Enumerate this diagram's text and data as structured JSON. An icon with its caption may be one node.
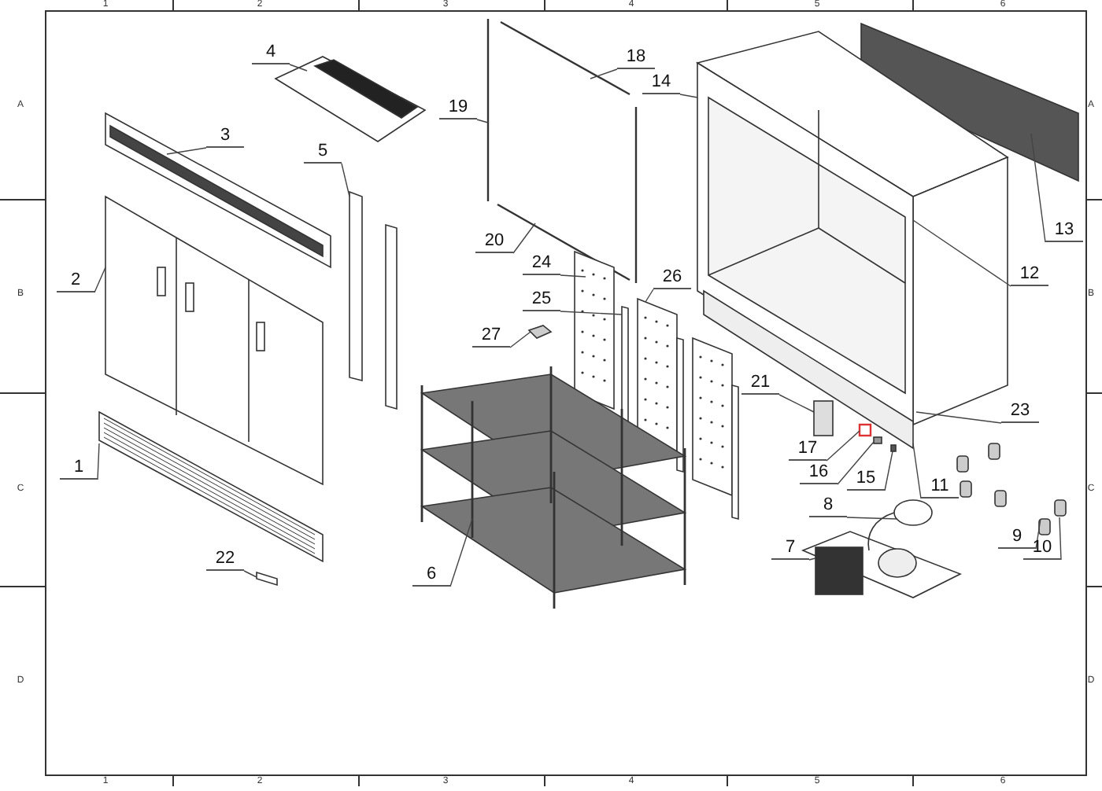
{
  "diagram": {
    "nodes": [
      {
        "text": [
          "1"
        ]
      },
      {
        "text": [
          "2"
        ]
      },
      {
        "text": [
          "3"
        ]
      },
      {
        "text": [
          "4"
        ]
      },
      {
        "text": [
          "5"
        ]
      },
      {
        "text": [
          "6"
        ]
      },
      {
        "text": [
          "7"
        ]
      },
      {
        "text": [
          "8"
        ]
      },
      {
        "text": [
          "9"
        ]
      },
      {
        "text": [
          "10"
        ]
      },
      {
        "text": [
          "11"
        ]
      },
      {
        "text": [
          "12"
        ]
      },
      {
        "text": [
          "13"
        ]
      },
      {
        "text": [
          "14"
        ]
      },
      {
        "text": [
          "15"
        ]
      },
      {
        "text": [
          "16"
        ]
      },
      {
        "text": [
          "17"
        ]
      },
      {
        "text": [
          "18"
        ]
      },
      {
        "text": [
          "19"
        ]
      },
      {
        "text": [
          "20"
        ]
      },
      {
        "text": [
          "21"
        ]
      },
      {
        "text": [
          "22"
        ]
      },
      {
        "text": [
          "23"
        ]
      },
      {
        "text": [
          "24"
        ]
      },
      {
        "text": [
          "25"
        ]
      },
      {
        "text": [
          "26"
        ]
      },
      {
        "text": [
          "27"
        ]
      },
      {
        "text": [],
        "shape": "box"
      },
      {
        "text": [],
        "shape": "picture"
      }
    ],
    "edges": [
      {
        "from": 0,
        "to": null,
        "arrow": "none"
      },
      {
        "from": 1,
        "to": null,
        "arrow": "none"
      },
      {
        "from": 2,
        "to": null,
        "arrow": "none"
      },
      {
        "from": 3,
        "to": null,
        "arrow": "none"
      },
      {
        "from": 4,
        "to": null,
        "arrow": "none"
      },
      {
        "from": 5,
        "to": null,
        "arrow": "none"
      },
      {
        "from": 6,
        "to": null,
        "arrow": "none"
      },
      {
        "from": 7,
        "to": null,
        "arrow": "none"
      },
      {
        "from": 8,
        "to": null,
        "arrow": "none"
      },
      {
        "from": 9,
        "to": null,
        "arrow": "none"
      },
      {
        "from": 10,
        "to": null,
        "arrow": "none"
      },
      {
        "from": 11,
        "to": null,
        "arrow": "none"
      },
      {
        "from": 12,
        "to": null,
        "arrow": "none"
      },
      {
        "from": 13,
        "to": null,
        "arrow": "none"
      },
      {
        "from": 14,
        "to": null,
        "arrow": "none"
      },
      {
        "from": 15,
        "to": null,
        "arrow": "none"
      },
      {
        "from": 16,
        "to": null,
        "arrow": "none"
      },
      {
        "from": 17,
        "to": null,
        "arrow": "none"
      },
      {
        "from": 18,
        "to": null,
        "arrow": "none"
      },
      {
        "from": 19,
        "to": null,
        "arrow": "none"
      },
      {
        "from": 20,
        "to": 27,
        "arrow": "none"
      },
      {
        "from": 21,
        "to": null,
        "arrow": "none"
      },
      {
        "from": 22,
        "to": null,
        "arrow": "none"
      },
      {
        "from": 23,
        "to": null,
        "arrow": "none"
      },
      {
        "from": 24,
        "to": null,
        "arrow": "none"
      },
      {
        "from": 25,
        "to": null,
        "arrow": "none"
      },
      {
        "from": 26,
        "to": 28,
        "arrow": "none"
      }
    ],
    "labels": [
      "1",
      "2",
      "3",
      "4",
      "5",
      "6",
      "A",
      "A",
      "B",
      "B",
      "C",
      "C",
      "D",
      "D",
      "1",
      "2",
      "3",
      "4",
      "5",
      "6"
    ]
  }
}
